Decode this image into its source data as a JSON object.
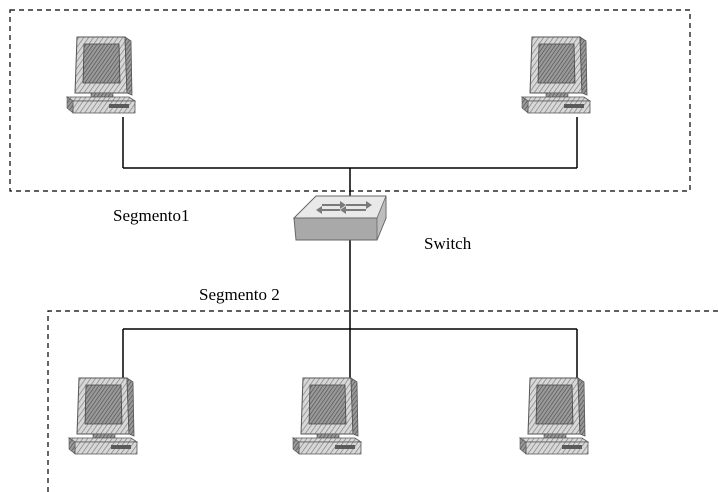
{
  "labels": {
    "segment1": "Segmento1",
    "switch": "Switch",
    "segment2": "Segmento 2"
  },
  "nodes": {
    "segment1_computers": [
      "computer",
      "computer"
    ],
    "segment2_computers": [
      "computer",
      "computer",
      "computer"
    ],
    "hub": "switch"
  },
  "colors": {
    "line": "#000000",
    "computer_fill": "#cfcfcf",
    "computer_shade": "#8a8a8a",
    "switch_top": "#e9e9e9",
    "switch_side": "#a9a9a9"
  }
}
